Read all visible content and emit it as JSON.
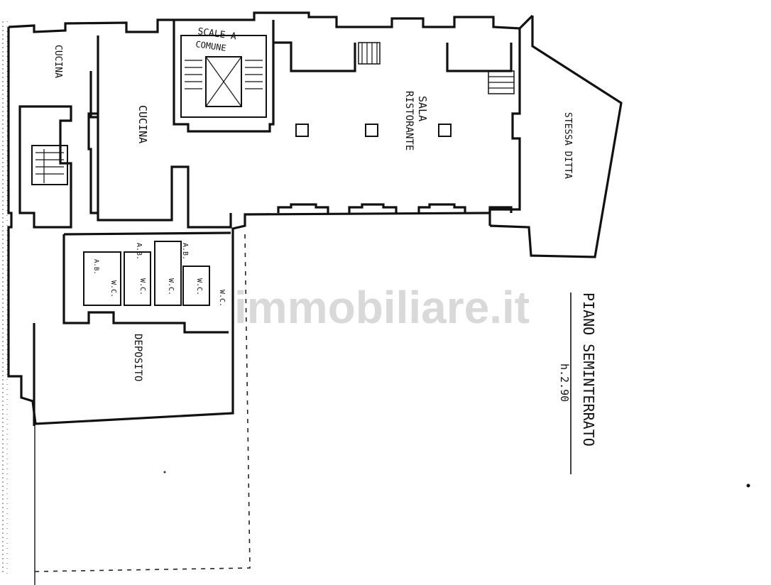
{
  "plan": {
    "rooms": {
      "scale_comune_line1": "SCALE A",
      "scale_comune_line2": "COMUNE",
      "sala_line1": "SALA",
      "sala_line2": "RISTORANTE",
      "cucina_main": "CUCINA",
      "cucina_left": "CUCINA",
      "stessa_ditta": "STESSA DITTA",
      "deposito": "DEPOSITO",
      "ab1": "A.B.",
      "ab2": "A.B.",
      "ab3": "A.B.",
      "wc1": "W.C.",
      "wc2": "W.C.",
      "wc3": "W.C.",
      "wc4": "W.C.",
      "wc5": "W.C."
    },
    "floor_title": "PIANO SEMINTERRATO",
    "floor_height": "h.2.90"
  },
  "watermark": {
    "text": "immobiliare.it"
  }
}
